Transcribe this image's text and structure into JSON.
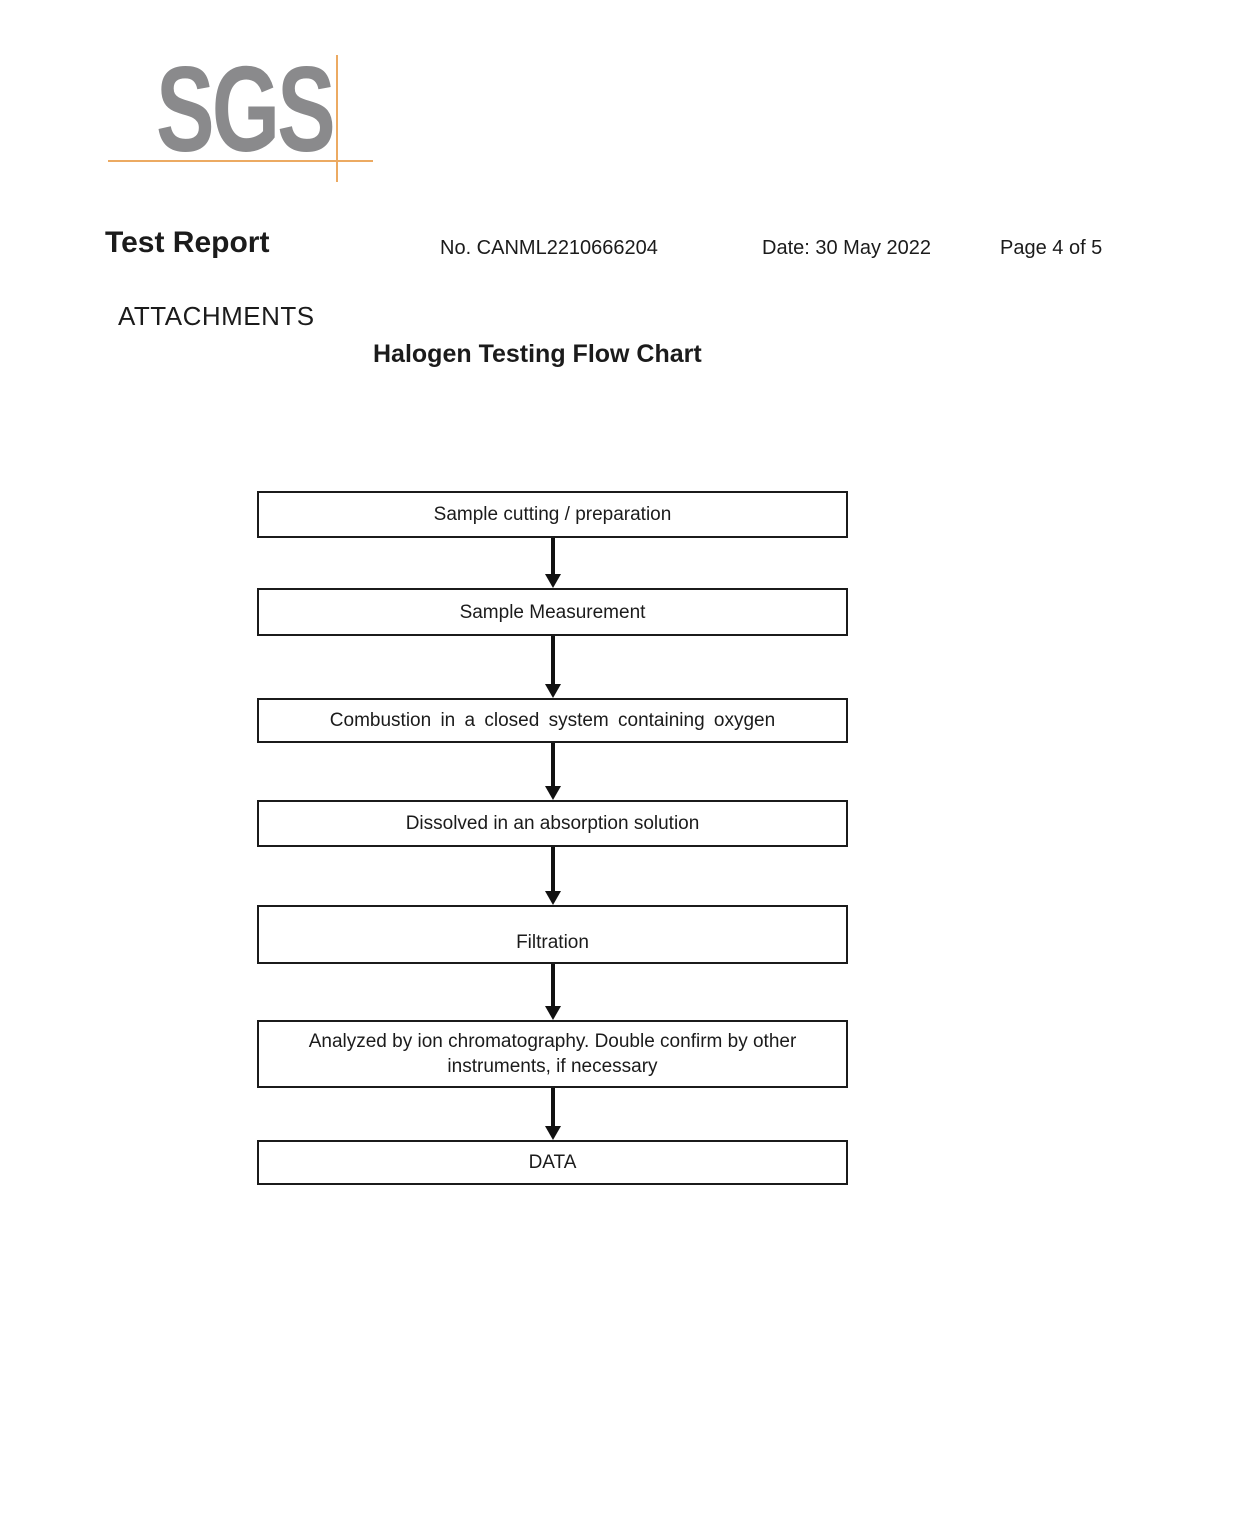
{
  "logo": {
    "text": "SGS",
    "gray_color": "#8a8a8c",
    "accent_color": "#ecaa62"
  },
  "header": {
    "title": "Test Report",
    "report_no": "No. CANML2210666204",
    "date": "Date: 30 May 2022",
    "page": "Page 4 of 5"
  },
  "attachments": {
    "label": "ATTACHMENTS"
  },
  "flowchart": {
    "title": "Halogen Testing Flow Chart",
    "steps": [
      {
        "label": "Sample cutting / preparation"
      },
      {
        "label": "Sample Measurement"
      },
      {
        "label": "Combustion in a closed system containing oxygen"
      },
      {
        "label": "Dissolved in an absorption solution"
      },
      {
        "label": "Filtration"
      },
      {
        "label": "Analyzed by ion chromatography. Double confirm by other instruments, if necessary"
      },
      {
        "label": "DATA"
      }
    ]
  },
  "colors": {
    "text": "#1b1b1b",
    "box_border": "#1b1b1b",
    "arrow": "#111111"
  }
}
